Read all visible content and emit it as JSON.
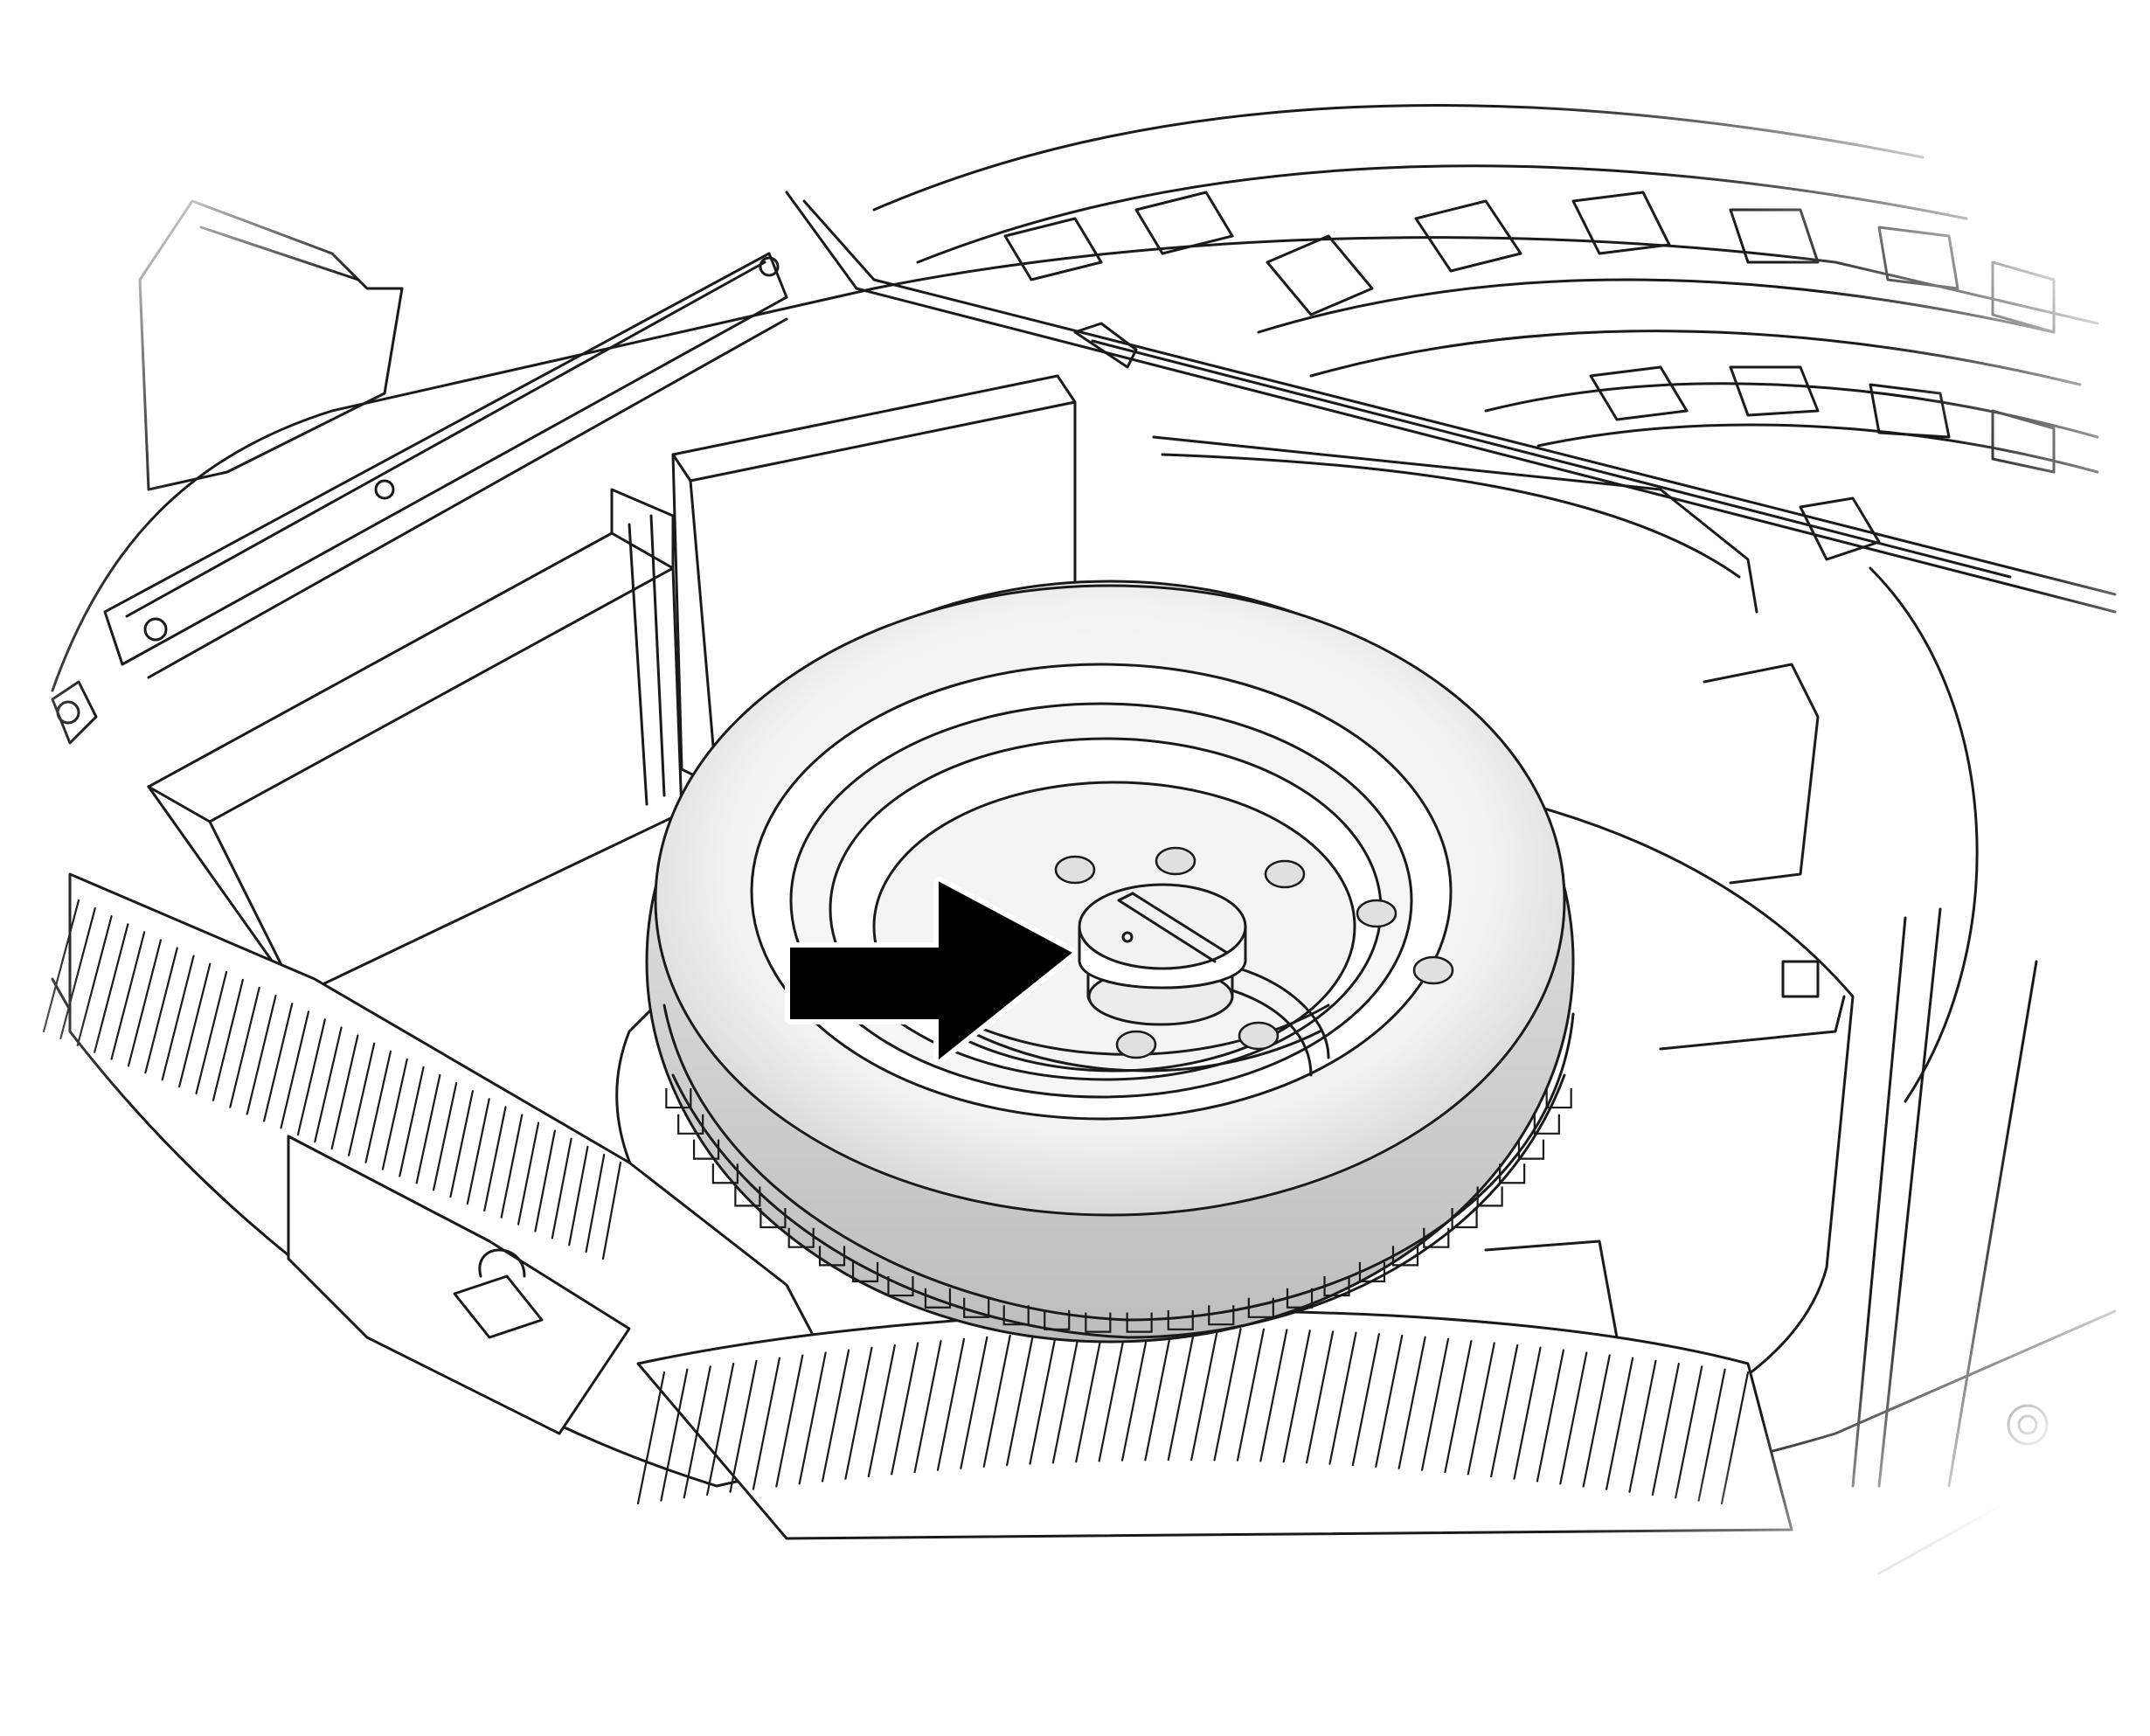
{
  "illustration": {
    "subject": "spare-tire-in-trunk-well",
    "callout": {
      "kind": "arrow",
      "target": "spare-tire-retainer-knob",
      "color": "#000000"
    },
    "line_color": "#1a1a1a",
    "tire_shade": "#d9d9d9",
    "background": "#ffffff"
  }
}
